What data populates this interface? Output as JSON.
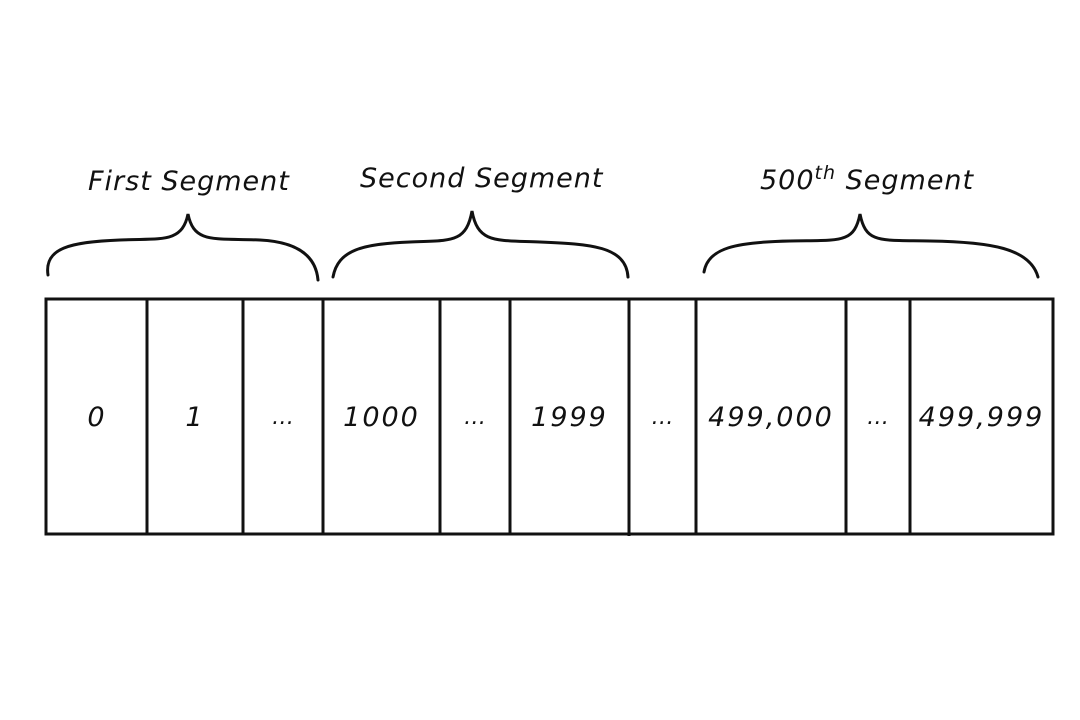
{
  "segments": [
    {
      "name": "First Segment"
    },
    {
      "name": "Second Segment"
    },
    {
      "ordinal_number": "500",
      "ordinal_suffix": "th",
      "name_rest": " Segment"
    }
  ],
  "cells": [
    "0",
    "1",
    "…",
    "1000",
    "…",
    "1999",
    "…",
    "499,000",
    "…",
    "499,999"
  ],
  "style": {
    "stroke_color": "#111111",
    "background": "#ffffff"
  }
}
